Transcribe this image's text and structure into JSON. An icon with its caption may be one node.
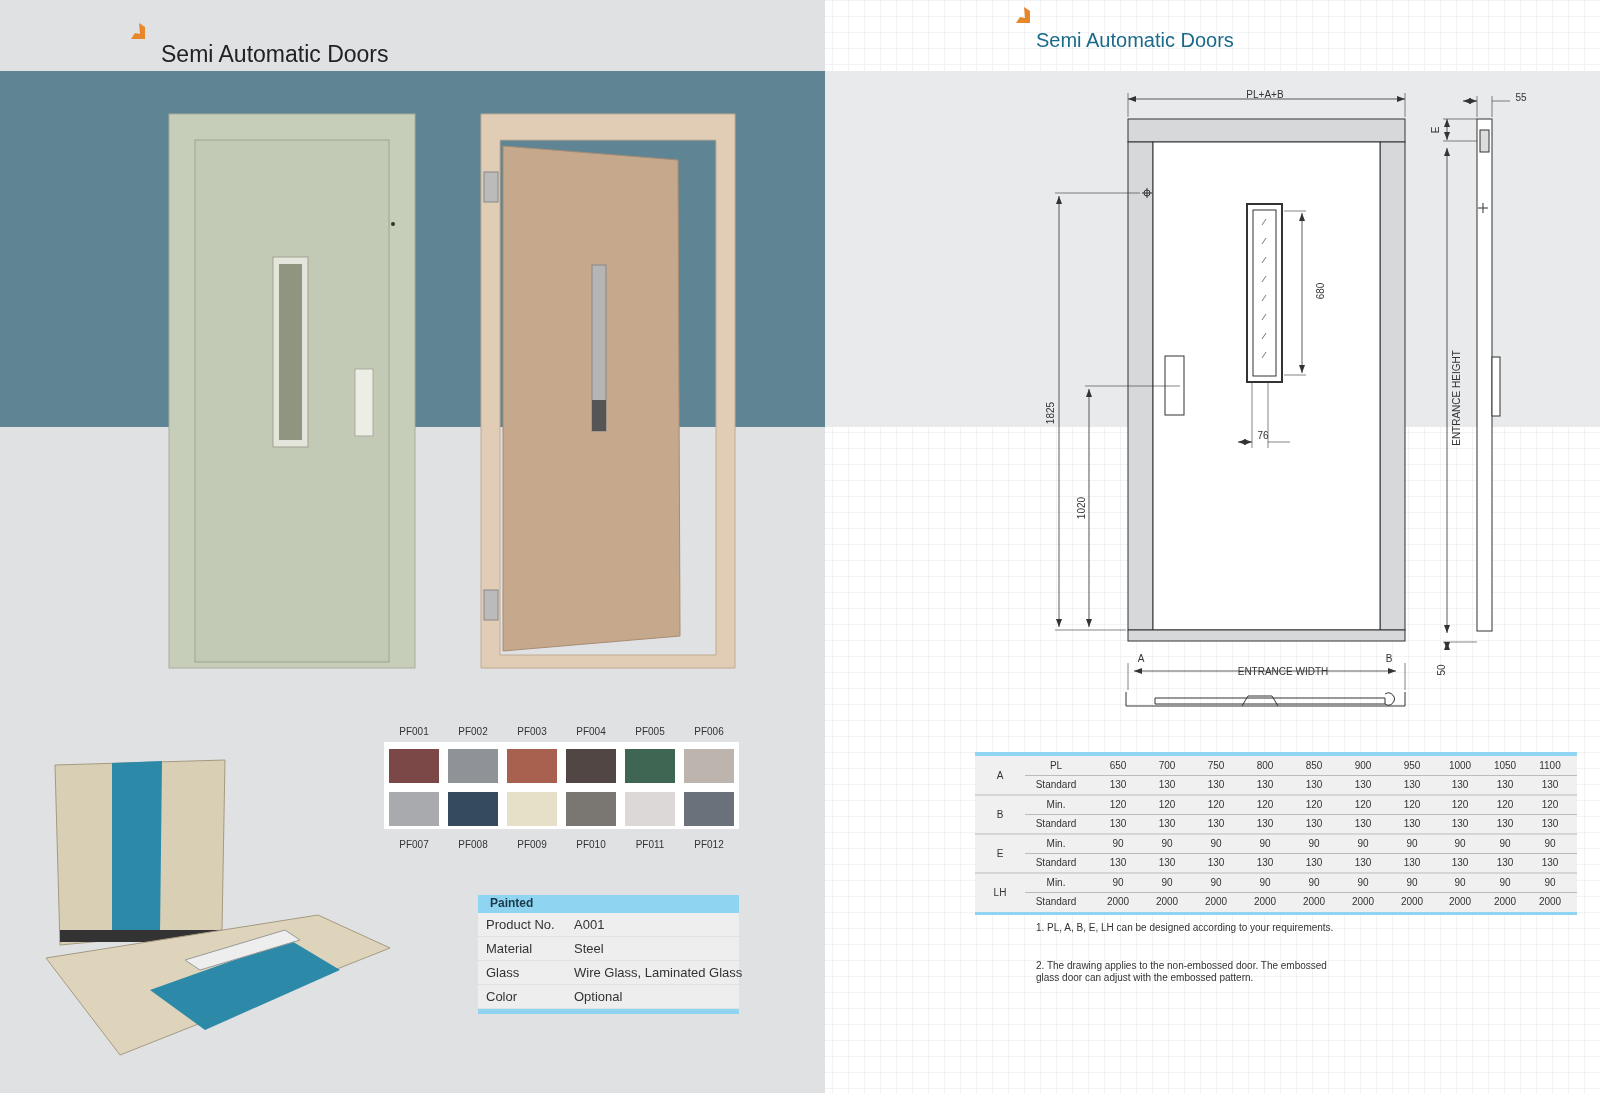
{
  "diagram": {
    "title": "Semi Automatic Doors",
    "labels": [
      "Semi Automatic Doors",
      "Painted",
      "Product No.",
      "A001",
      "Material",
      "Steel",
      "Glass",
      "Wire Glass, Laminated Glass",
      "Color",
      "Optional",
      "PL+A+B",
      "55",
      "E",
      "680",
      "1825",
      "1020",
      "76",
      "ENTRANCE HEIGHT",
      "A",
      "ENTRANCE WIDTH",
      "B",
      "50",
      "A",
      "PL",
      "650",
      "700",
      "750",
      "800",
      "850",
      "900",
      "950",
      "1000",
      "1050",
      "1100",
      "Standard",
      "130",
      "130",
      "130",
      "130",
      "130",
      "130",
      "130",
      "130",
      "130",
      "130",
      "B",
      "Min.",
      "120",
      "120",
      "120",
      "120",
      "120",
      "120",
      "120",
      "120",
      "120",
      "120",
      "Standard",
      "130",
      "130",
      "130",
      "130",
      "130",
      "130",
      "130",
      "130",
      "130",
      "130",
      "E",
      "Min.",
      "90",
      "90",
      "90",
      "90",
      "90",
      "90",
      "90",
      "90",
      "90",
      "90",
      "Standard",
      "130",
      "130",
      "130",
      "130",
      "130",
      "130",
      "130",
      "130",
      "130",
      "130",
      "LH",
      "Min.",
      "90",
      "90",
      "90",
      "90",
      "90",
      "90",
      "90",
      "90",
      "90",
      "90",
      "Standard",
      "2000",
      "2000",
      "2000",
      "2000",
      "2000",
      "2000",
      "2000",
      "2000",
      "2000",
      "2000",
      "1. PL, A, B, E, LH can be designed according to your requirements.",
      "2. The drawing applies to the non-embossed door. The embossed glass door can adjust with the embossed pattern."
    ],
    "legend": [
      {
        "text": "PF001",
        "color": "#7b4747"
      },
      {
        "text": "PF002",
        "color": "#8f9296"
      },
      {
        "text": "PF003",
        "color": "#a8614f"
      },
      {
        "text": "PF004",
        "color": "#524645"
      },
      {
        "text": "PF005",
        "color": "#3e6652"
      },
      {
        "text": "PF006",
        "color": "#bdb4ae"
      },
      {
        "text": "PF007",
        "color": "#a8aaae"
      },
      {
        "text": "PF008",
        "color": "#364a5e"
      },
      {
        "text": "PF009",
        "color": "#e6e0c8"
      },
      {
        "text": "PF010",
        "color": "#7a7773"
      },
      {
        "text": "PF011",
        "color": "#dcd8d8"
      },
      {
        "text": "PF012",
        "color": "#6a717b"
      }
    ]
  }
}
